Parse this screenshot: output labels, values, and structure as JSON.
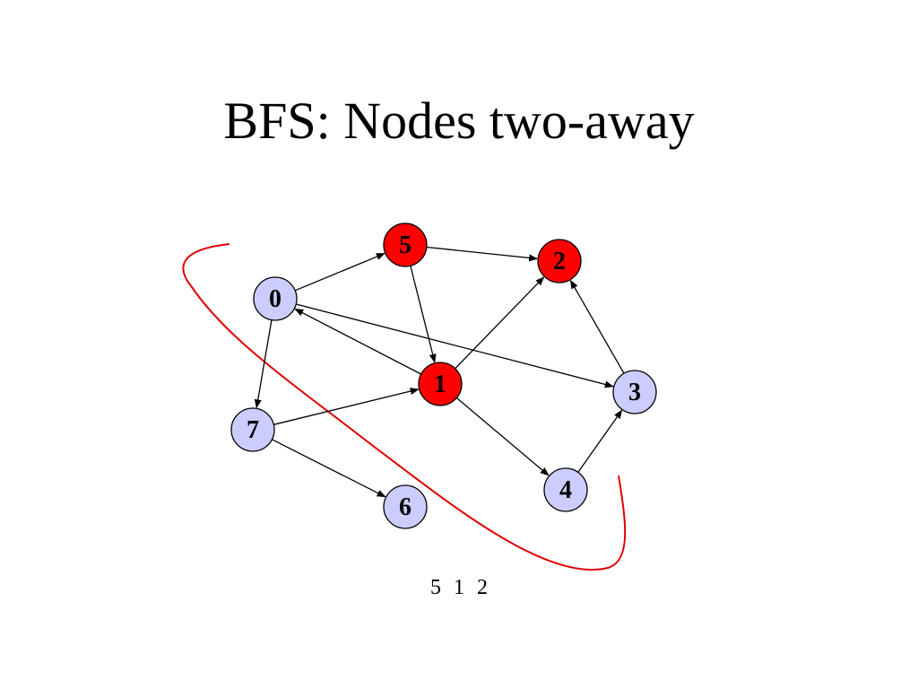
{
  "title": "BFS: Nodes two-away",
  "colors": {
    "visited_fill": "#ff0000",
    "unvisited_fill": "#ccccff",
    "node_stroke": "#000000",
    "edge_stroke": "#000000",
    "boundary_stroke": "#e00000"
  },
  "nodes": [
    {
      "id": "0",
      "label": "0",
      "state": "unvisited"
    },
    {
      "id": "1",
      "label": "1",
      "state": "visited"
    },
    {
      "id": "2",
      "label": "2",
      "state": "visited"
    },
    {
      "id": "3",
      "label": "3",
      "state": "unvisited"
    },
    {
      "id": "4",
      "label": "4",
      "state": "unvisited"
    },
    {
      "id": "5",
      "label": "5",
      "state": "visited"
    },
    {
      "id": "6",
      "label": "6",
      "state": "unvisited"
    },
    {
      "id": "7",
      "label": "7",
      "state": "unvisited"
    }
  ],
  "edges": [
    {
      "from": "0",
      "to": "5"
    },
    {
      "from": "0",
      "to": "3"
    },
    {
      "from": "0",
      "to": "7"
    },
    {
      "from": "5",
      "to": "2"
    },
    {
      "from": "5",
      "to": "1"
    },
    {
      "from": "1",
      "to": "0"
    },
    {
      "from": "1",
      "to": "2"
    },
    {
      "from": "1",
      "to": "4"
    },
    {
      "from": "3",
      "to": "2"
    },
    {
      "from": "4",
      "to": "3"
    },
    {
      "from": "7",
      "to": "1"
    },
    {
      "from": "7",
      "to": "6"
    }
  ],
  "queue": [
    "5",
    "1",
    "2"
  ]
}
